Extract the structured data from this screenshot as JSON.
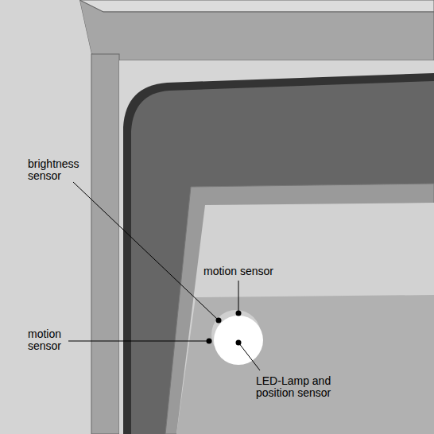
{
  "diagram": {
    "labels": [
      "brightness sensor",
      "motion sensor",
      "motion sensor",
      "LED-Lamp and position sensor"
    ]
  }
}
